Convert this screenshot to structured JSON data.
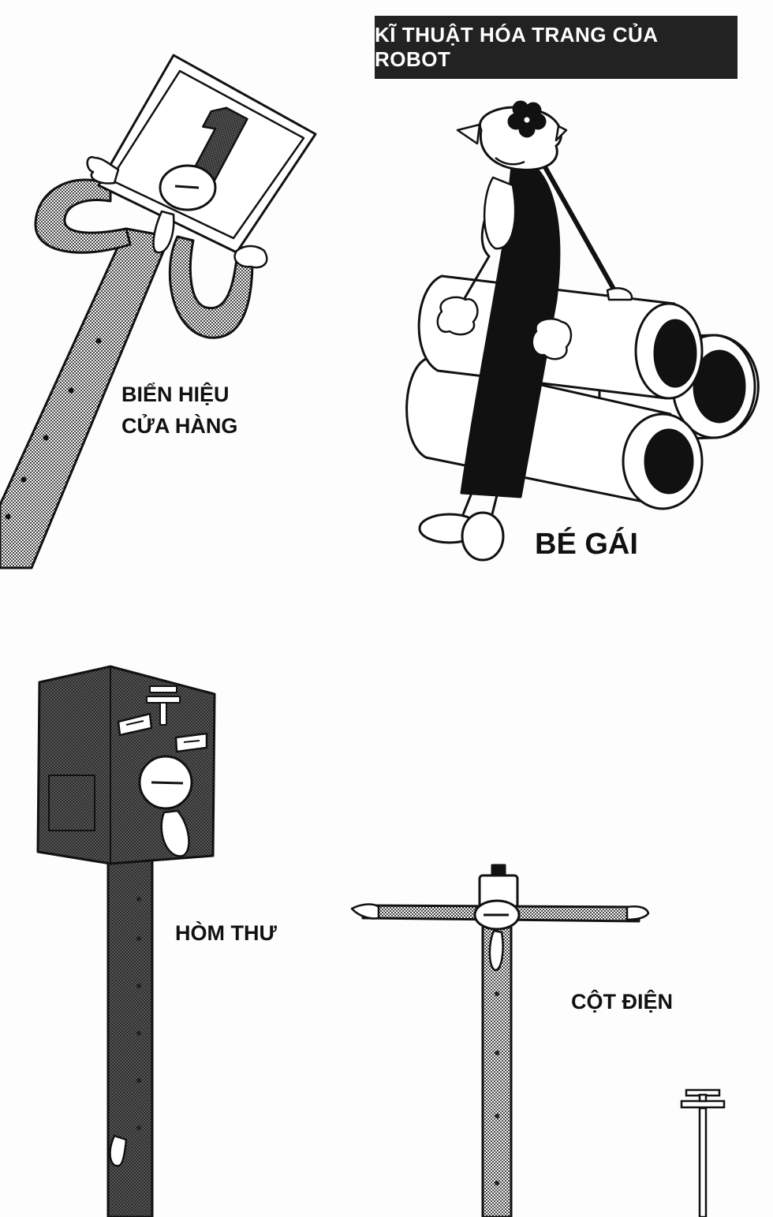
{
  "header": {
    "title": "KĨ THUẬT HÓA TRANG CỦA ROBOT"
  },
  "captions": {
    "shop_sign": [
      "BIỂN HIỆU",
      "CỬA HÀNG"
    ],
    "girl": "BÉ GÁI",
    "mailbox": "HÒM THƯ",
    "utility_pole": "CỘT ĐIỆN"
  },
  "sign_number": "1",
  "colors": {
    "ink": "#111111",
    "screentone": "#777777",
    "paper": "#fdfdfd",
    "title_bg": "#222222",
    "title_text": "#ffffff"
  }
}
